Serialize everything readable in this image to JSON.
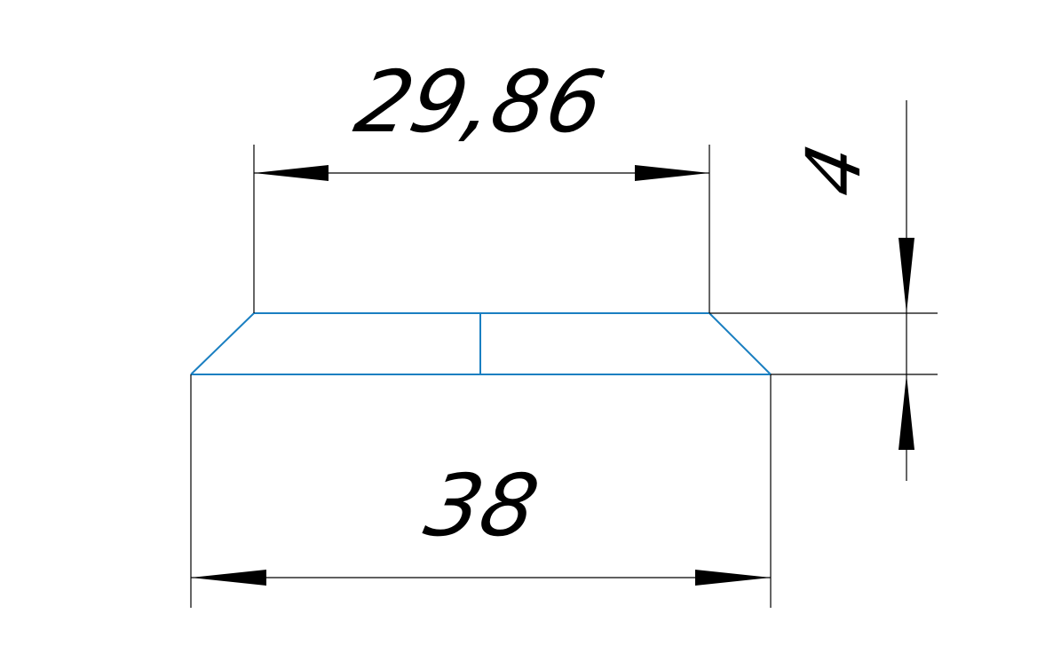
{
  "drawing": {
    "top_width_label": "29,86",
    "bottom_width_label": "38",
    "height_label": "4",
    "colors": {
      "dimension_lines": "#000000",
      "part_outline": "#1a7fc1",
      "background": "#ffffff"
    }
  }
}
